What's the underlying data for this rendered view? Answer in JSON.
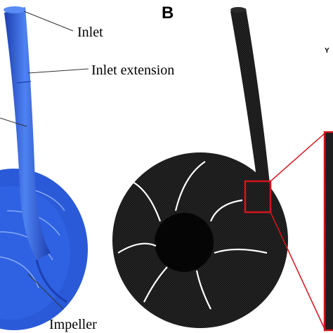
{
  "panel_b": {
    "letter": "B"
  },
  "labels": {
    "inlet": "Inlet",
    "inlet_extension": "Inlet extension",
    "impeller": "Impeller",
    "axis_y": "Y"
  },
  "colors": {
    "pump_blue": "#2f63e0",
    "pump_blue_dark": "#1d3fb0",
    "pump_blue_light": "#5a8cf5",
    "mesh_dark": "#1b1b1b",
    "zoom_red": "#d4141c"
  }
}
